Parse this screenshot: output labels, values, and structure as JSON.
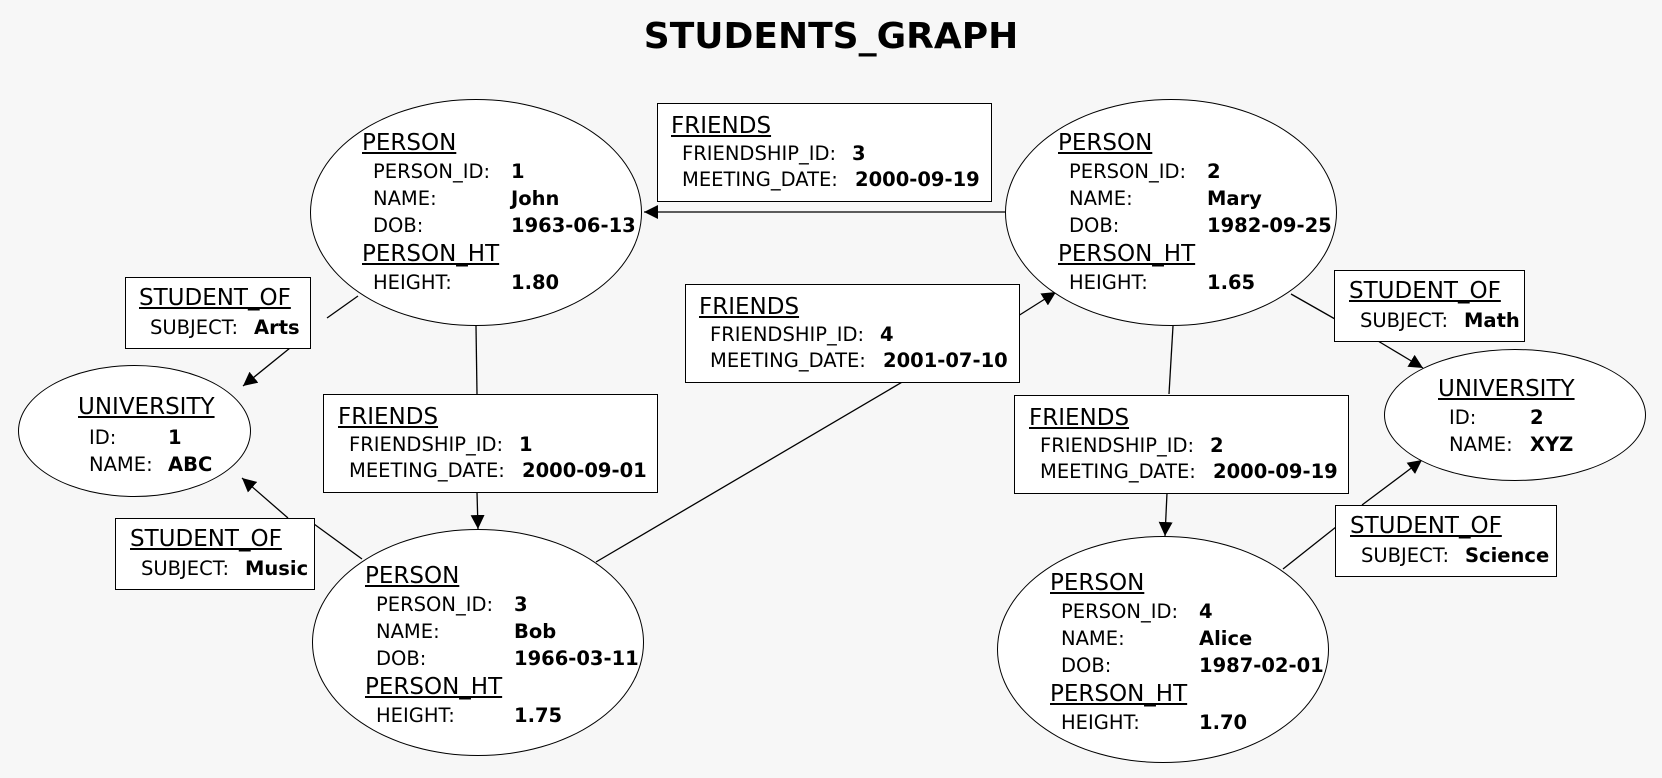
{
  "title": "STUDENTS_GRAPH",
  "people": {
    "john": {
      "heading": "PERSON",
      "id_key": "PERSON_ID:",
      "id": "1",
      "name_key": "NAME:",
      "name": "John",
      "dob_key": "DOB:",
      "dob": "1963-06-13",
      "ht_heading": "PERSON_HT",
      "height_key": "HEIGHT:",
      "height": "1.80"
    },
    "mary": {
      "heading": "PERSON",
      "id_key": "PERSON_ID:",
      "id": "2",
      "name_key": "NAME:",
      "name": "Mary",
      "dob_key": "DOB:",
      "dob": "1982-09-25",
      "ht_heading": "PERSON_HT",
      "height_key": "HEIGHT:",
      "height": "1.65"
    },
    "bob": {
      "heading": "PERSON",
      "id_key": "PERSON_ID:",
      "id": "3",
      "name_key": "NAME:",
      "name": "Bob",
      "dob_key": "DOB:",
      "dob": "1966-03-11",
      "ht_heading": "PERSON_HT",
      "height_key": "HEIGHT:",
      "height": "1.75"
    },
    "alice": {
      "heading": "PERSON",
      "id_key": "PERSON_ID:",
      "id": "4",
      "name_key": "NAME:",
      "name": "Alice",
      "dob_key": "DOB:",
      "dob": "1987-02-01",
      "ht_heading": "PERSON_HT",
      "height_key": "HEIGHT:",
      "height": "1.70"
    }
  },
  "universities": {
    "abc": {
      "heading": "UNIVERSITY",
      "id_key": "ID:",
      "id": "1",
      "name_key": "NAME:",
      "name": "ABC"
    },
    "xyz": {
      "heading": "UNIVERSITY",
      "id_key": "ID:",
      "id": "2",
      "name_key": "NAME:",
      "name": "XYZ"
    }
  },
  "friends": {
    "f1": {
      "heading": "FRIENDS",
      "id_key": "FRIENDSHIP_ID:",
      "id": "1",
      "date_key": "MEETING_DATE:",
      "date": "2000-09-01"
    },
    "f2": {
      "heading": "FRIENDS",
      "id_key": "FRIENDSHIP_ID:",
      "id": "2",
      "date_key": "MEETING_DATE:",
      "date": "2000-09-19"
    },
    "f3": {
      "heading": "FRIENDS",
      "id_key": "FRIENDSHIP_ID:",
      "id": "3",
      "date_key": "MEETING_DATE:",
      "date": "2000-09-19"
    },
    "f4": {
      "heading": "FRIENDS",
      "id_key": "FRIENDSHIP_ID:",
      "id": "4",
      "date_key": "MEETING_DATE:",
      "date": "2001-07-10"
    }
  },
  "student_of": {
    "arts": {
      "heading": "STUDENT_OF",
      "subject_key": "SUBJECT:",
      "subject": "Arts"
    },
    "music": {
      "heading": "STUDENT_OF",
      "subject_key": "SUBJECT:",
      "subject": "Music"
    },
    "math": {
      "heading": "STUDENT_OF",
      "subject_key": "SUBJECT:",
      "subject": "Math"
    },
    "science": {
      "heading": "STUDENT_OF",
      "subject_key": "SUBJECT:",
      "subject": "Science"
    }
  }
}
